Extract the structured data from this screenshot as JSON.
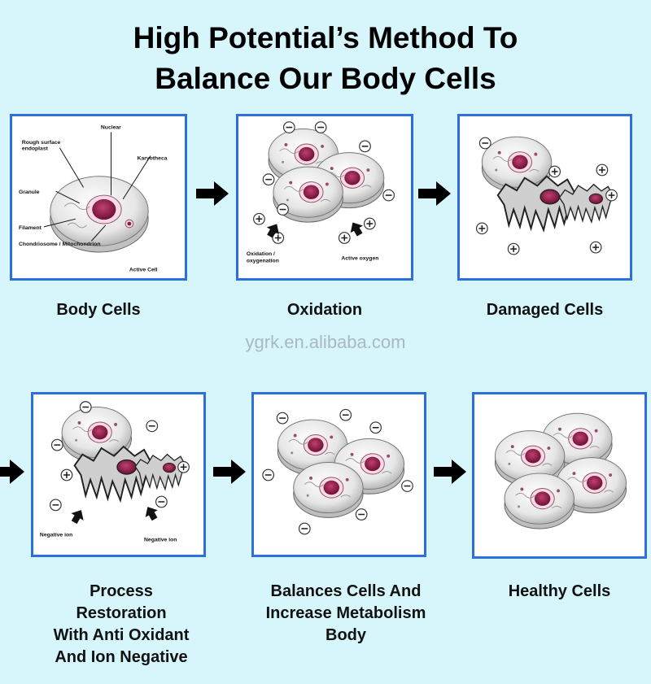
{
  "title": {
    "line1": "High Potential’s  Method To",
    "line2": "Balance Our Body Cells"
  },
  "watermark": "ygrk.en.alibaba.com",
  "steps": [
    {
      "caption": "Body Cells",
      "labels": {
        "nuclear": "Nuclear",
        "rough_surface_1": "Rough surface",
        "rough_surface_2": "endoplast",
        "karyotheca": "Karyotheca",
        "granule": "Granule",
        "filament": "Filament",
        "chondriosome": "Chondriosome / Mitochondrion",
        "active_cell": "Active Cell"
      }
    },
    {
      "caption": "Oxidation",
      "labels": {
        "oxidation_1": "Oxidation /",
        "oxidation_2": "oxygenation",
        "active_oxygen": "Active oxygen"
      }
    },
    {
      "caption": "Damaged Cells"
    },
    {
      "caption_lines": [
        "Process",
        "Restoration",
        "With Anti Oxidant",
        "And Ion Negative"
      ],
      "labels": {
        "negative_ion_left": "Negative ion",
        "negative_ion_right": "Negative ion"
      }
    },
    {
      "caption_lines": [
        "Balances Cells And",
        "Increase Metabolism",
        "Body"
      ]
    },
    {
      "caption": "Healthy Cells"
    }
  ],
  "colors": {
    "background": "#d6f6fb",
    "panel_border": "#2e6fe0",
    "nucleus": "#8b1a4a",
    "cell_body": "#e6e6e6"
  }
}
